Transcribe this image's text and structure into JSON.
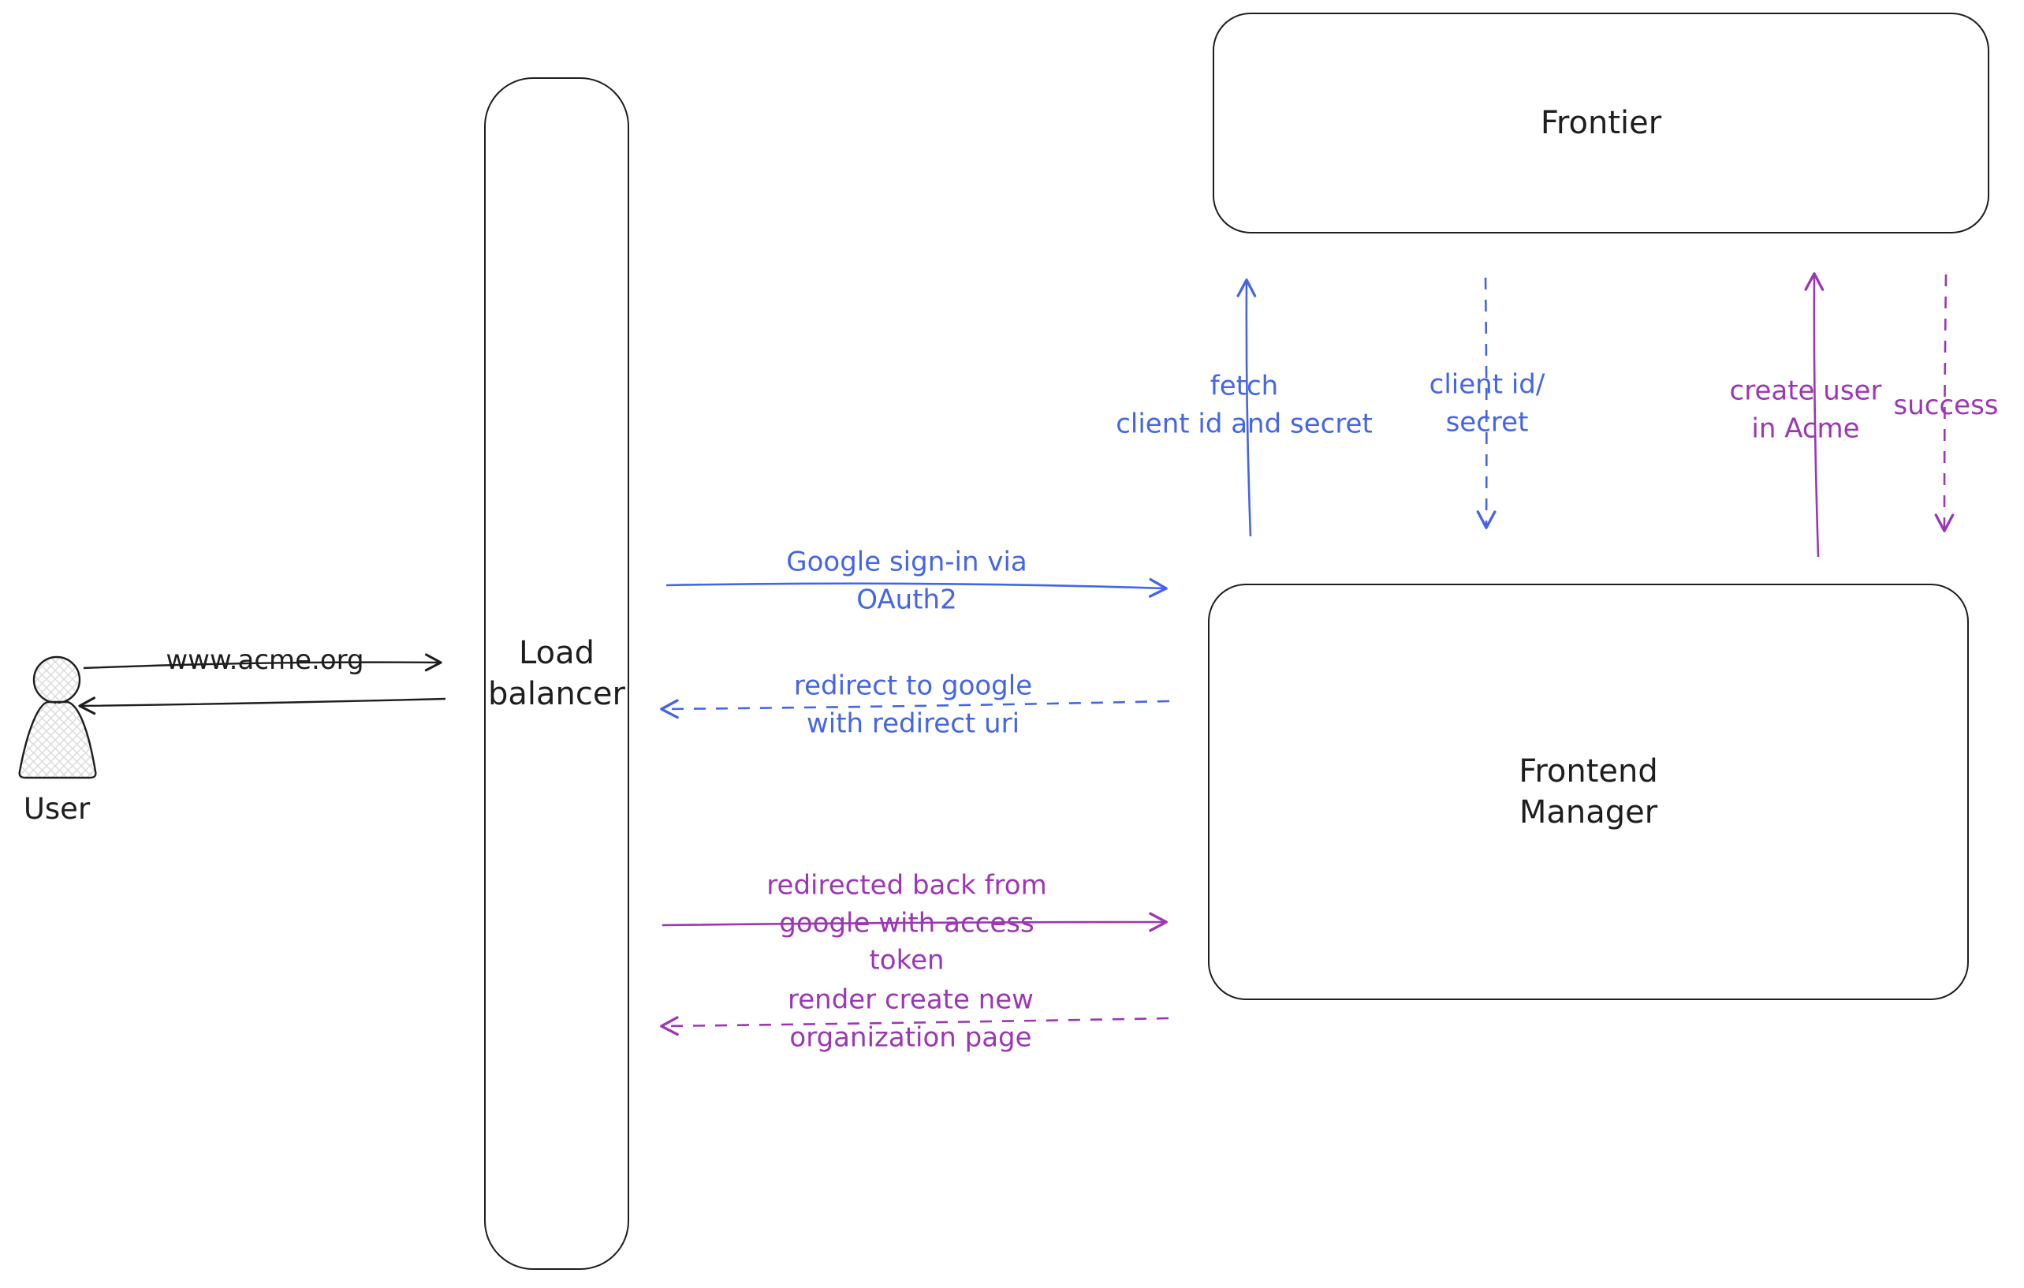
{
  "colors": {
    "ink": "#1e1e1e",
    "blue": "#4465e9",
    "purple": "#9c36b5"
  },
  "actor": {
    "user_label": "User"
  },
  "nodes": {
    "load_balancer": {
      "label": "Load\nbalancer"
    },
    "frontier": {
      "label": "Frontier"
    },
    "frontend_manager": {
      "label": "Frontend\nManager"
    }
  },
  "edges": {
    "www_acme": {
      "label": "www.acme.org",
      "style": "solid",
      "color": "#1e1e1e"
    },
    "return_to_user": {
      "label": "",
      "style": "solid",
      "color": "#1e1e1e"
    },
    "google_signin": {
      "label": "Google sign-in via\nOAuth2",
      "style": "solid",
      "color": "#4465e9"
    },
    "redirect_google": {
      "label": "redirect to google\nwith redirect uri",
      "style": "dashed",
      "color": "#4465e9"
    },
    "fetch_client": {
      "label": "fetch\nclient id and secret",
      "style": "solid",
      "color": "#4465e9"
    },
    "client_id_secret": {
      "label": "client id/\nsecret",
      "style": "dashed",
      "color": "#4465e9"
    },
    "create_user": {
      "label": "create user\nin Acme",
      "style": "solid",
      "color": "#9c36b5"
    },
    "success": {
      "label": "success",
      "style": "dashed",
      "color": "#9c36b5"
    },
    "redirected_back": {
      "label": "redirected back from\ngoogle with access\ntoken",
      "style": "solid",
      "color": "#9c36b5"
    },
    "render_org_page": {
      "label": "render create new\norganization page",
      "style": "dashed",
      "color": "#9c36b5"
    }
  }
}
